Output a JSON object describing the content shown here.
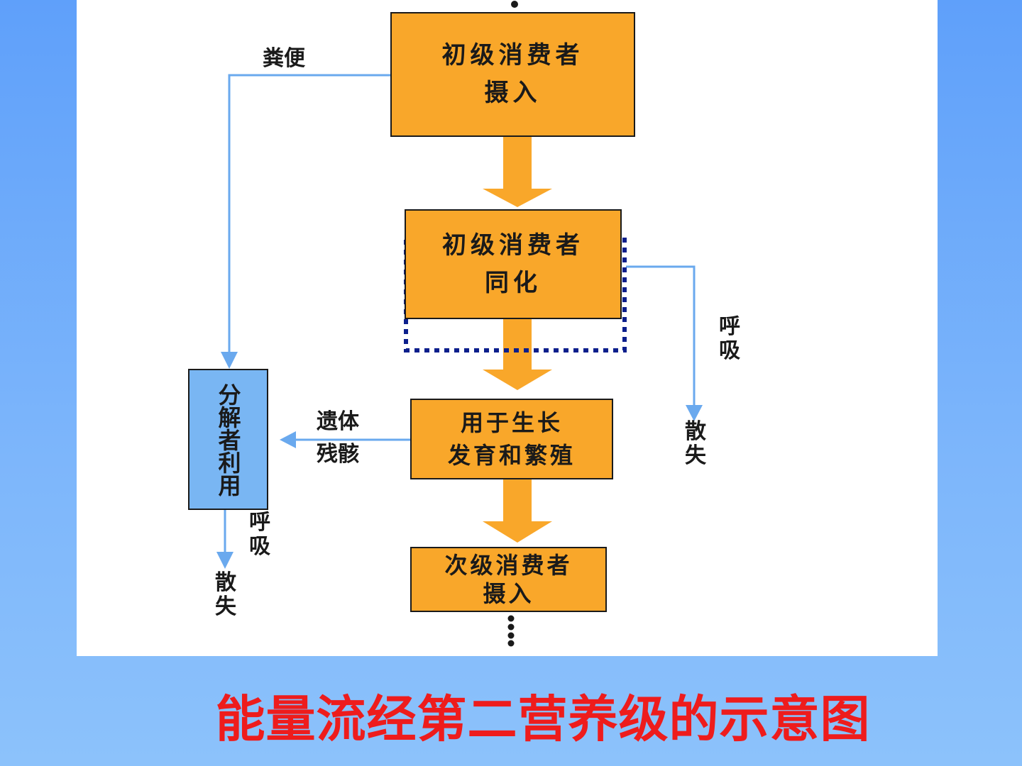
{
  "colors": {
    "box_fill": "#f9a72a",
    "decomposer_fill": "#79b6f3",
    "flow_arrow": "#f9a72a",
    "side_arrow": "#6aa9ee",
    "highlight_border": "#0c1f8c",
    "caption": "#ee1c1c"
  },
  "boxes": {
    "ingest": {
      "line1": "初级消费者",
      "line2": "摄入"
    },
    "assimilate": {
      "line1": "初级消费者",
      "line2": "同化"
    },
    "growth": {
      "line1": "用于生长",
      "line2": "发育和繁殖"
    },
    "secondary": {
      "line1": "次级消费者",
      "line2": "摄入"
    },
    "decomposer": {
      "label": "分解者利用"
    }
  },
  "labels": {
    "feces": "粪便",
    "remains_line1": "遗体",
    "remains_line2": "残骸",
    "respiration_right": [
      "呼",
      "吸"
    ],
    "dissipate_right": [
      "散",
      "失"
    ],
    "respiration_left": [
      "呼",
      "吸"
    ],
    "dissipate_left": [
      "散",
      "失"
    ]
  },
  "icons": {
    "flow": "thick-down-arrow",
    "side": "thin-arrow",
    "continuation": "vertical-dots"
  },
  "caption": "能量流经第二营养级的示意图"
}
